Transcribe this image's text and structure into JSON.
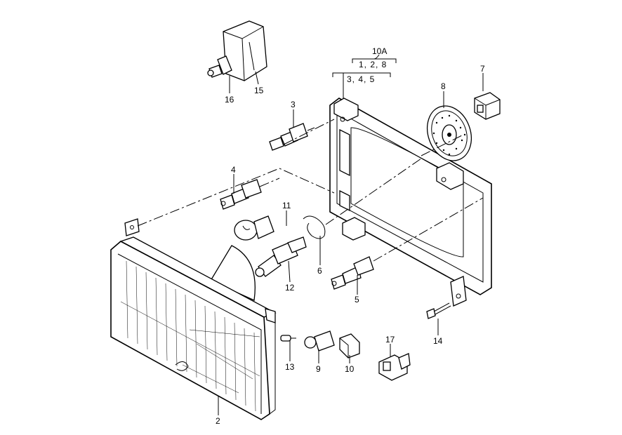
{
  "callouts": {
    "c1": "1, 2, 8",
    "c2": "2",
    "c3": "3",
    "c4": "4",
    "c5": "5",
    "c6": "6",
    "c7": "7",
    "c8": "8",
    "c9": "9",
    "c10": "10",
    "c10a": "10A",
    "c11": "11",
    "c12": "12",
    "c13": "13",
    "c14": "14",
    "c15": "15",
    "c16": "16",
    "c17": "17",
    "c345": "3, 4, 5"
  }
}
